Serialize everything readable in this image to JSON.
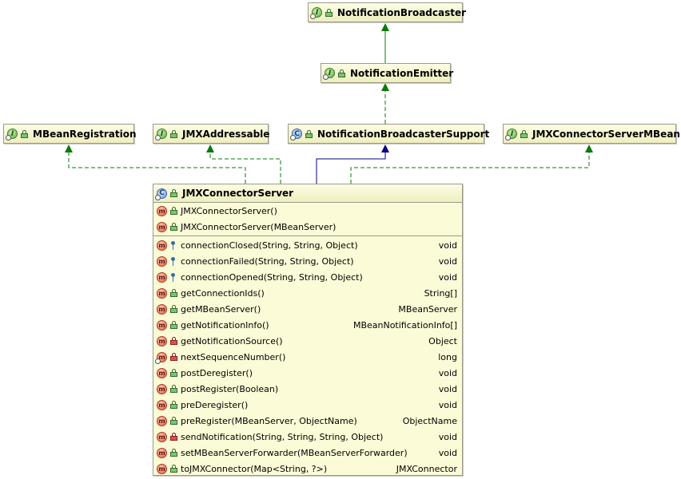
{
  "nodes": {
    "notification_broadcaster": {
      "name": "NotificationBroadcaster",
      "kind": "interface",
      "visibility": "public"
    },
    "notification_emitter": {
      "name": "NotificationEmitter",
      "kind": "interface",
      "visibility": "public"
    },
    "mbean_registration": {
      "name": "MBeanRegistration",
      "kind": "interface",
      "visibility": "public"
    },
    "jmx_addressable": {
      "name": "JMXAddressable",
      "kind": "interface",
      "visibility": "public"
    },
    "notification_broadcaster_support": {
      "name": "NotificationBroadcasterSupport",
      "kind": "class",
      "visibility": "public"
    },
    "jmx_connector_server_mbean": {
      "name": "JMXConnectorServerMBean",
      "kind": "interface",
      "visibility": "public"
    }
  },
  "main_class": {
    "name": "JMXConnectorServer",
    "kind": "abstract-class",
    "visibility": "public",
    "constructors": [
      {
        "signature": "JMXConnectorServer()",
        "visibility": "public"
      },
      {
        "signature": "JMXConnectorServer(MBeanServer)",
        "visibility": "public"
      }
    ],
    "methods": [
      {
        "signature": "connectionClosed(String, String, Object)",
        "returns": "void",
        "visibility": "package",
        "abstract": false
      },
      {
        "signature": "connectionFailed(String, String, Object)",
        "returns": "void",
        "visibility": "package",
        "abstract": false
      },
      {
        "signature": "connectionOpened(String, String, Object)",
        "returns": "void",
        "visibility": "package",
        "abstract": false
      },
      {
        "signature": "getConnectionIds()",
        "returns": "String[]",
        "visibility": "public",
        "abstract": false
      },
      {
        "signature": "getMBeanServer()",
        "returns": "MBeanServer",
        "visibility": "public",
        "abstract": false
      },
      {
        "signature": "getNotificationInfo()",
        "returns": "MBeanNotificationInfo[]",
        "visibility": "public",
        "abstract": false
      },
      {
        "signature": "getNotificationSource()",
        "returns": "Object",
        "visibility": "private",
        "abstract": false
      },
      {
        "signature": "nextSequenceNumber()",
        "returns": "long",
        "visibility": "private",
        "abstract": true
      },
      {
        "signature": "postDeregister()",
        "returns": "void",
        "visibility": "public",
        "abstract": false
      },
      {
        "signature": "postRegister(Boolean)",
        "returns": "void",
        "visibility": "public",
        "abstract": false
      },
      {
        "signature": "preDeregister()",
        "returns": "void",
        "visibility": "public",
        "abstract": false
      },
      {
        "signature": "preRegister(MBeanServer, ObjectName)",
        "returns": "ObjectName",
        "visibility": "public",
        "abstract": false
      },
      {
        "signature": "sendNotification(String, String, String, Object)",
        "returns": "void",
        "visibility": "private",
        "abstract": false
      },
      {
        "signature": "setMBeanServerForwarder(MBeanServerForwarder)",
        "returns": "void",
        "visibility": "public",
        "abstract": false
      },
      {
        "signature": "toJMXConnector(Map<String, ?>)",
        "returns": "JMXConnector",
        "visibility": "public",
        "abstract": false
      }
    ]
  },
  "relations": [
    {
      "from": "NotificationEmitter",
      "to": "NotificationBroadcaster",
      "type": "extends-interface",
      "color": "#0a7a0a"
    },
    {
      "from": "NotificationBroadcasterSupport",
      "to": "NotificationEmitter",
      "type": "implements",
      "color": "#0a7a0a"
    },
    {
      "from": "JMXConnectorServer",
      "to": "MBeanRegistration",
      "type": "implements",
      "color": "#0a7a0a"
    },
    {
      "from": "JMXConnectorServer",
      "to": "JMXAddressable",
      "type": "implements",
      "color": "#0a7a0a"
    },
    {
      "from": "JMXConnectorServer",
      "to": "NotificationBroadcasterSupport",
      "type": "extends",
      "color": "#000080"
    },
    {
      "from": "JMXConnectorServer",
      "to": "JMXConnectorServerMBean",
      "type": "implements",
      "color": "#0a7a0a"
    }
  ]
}
